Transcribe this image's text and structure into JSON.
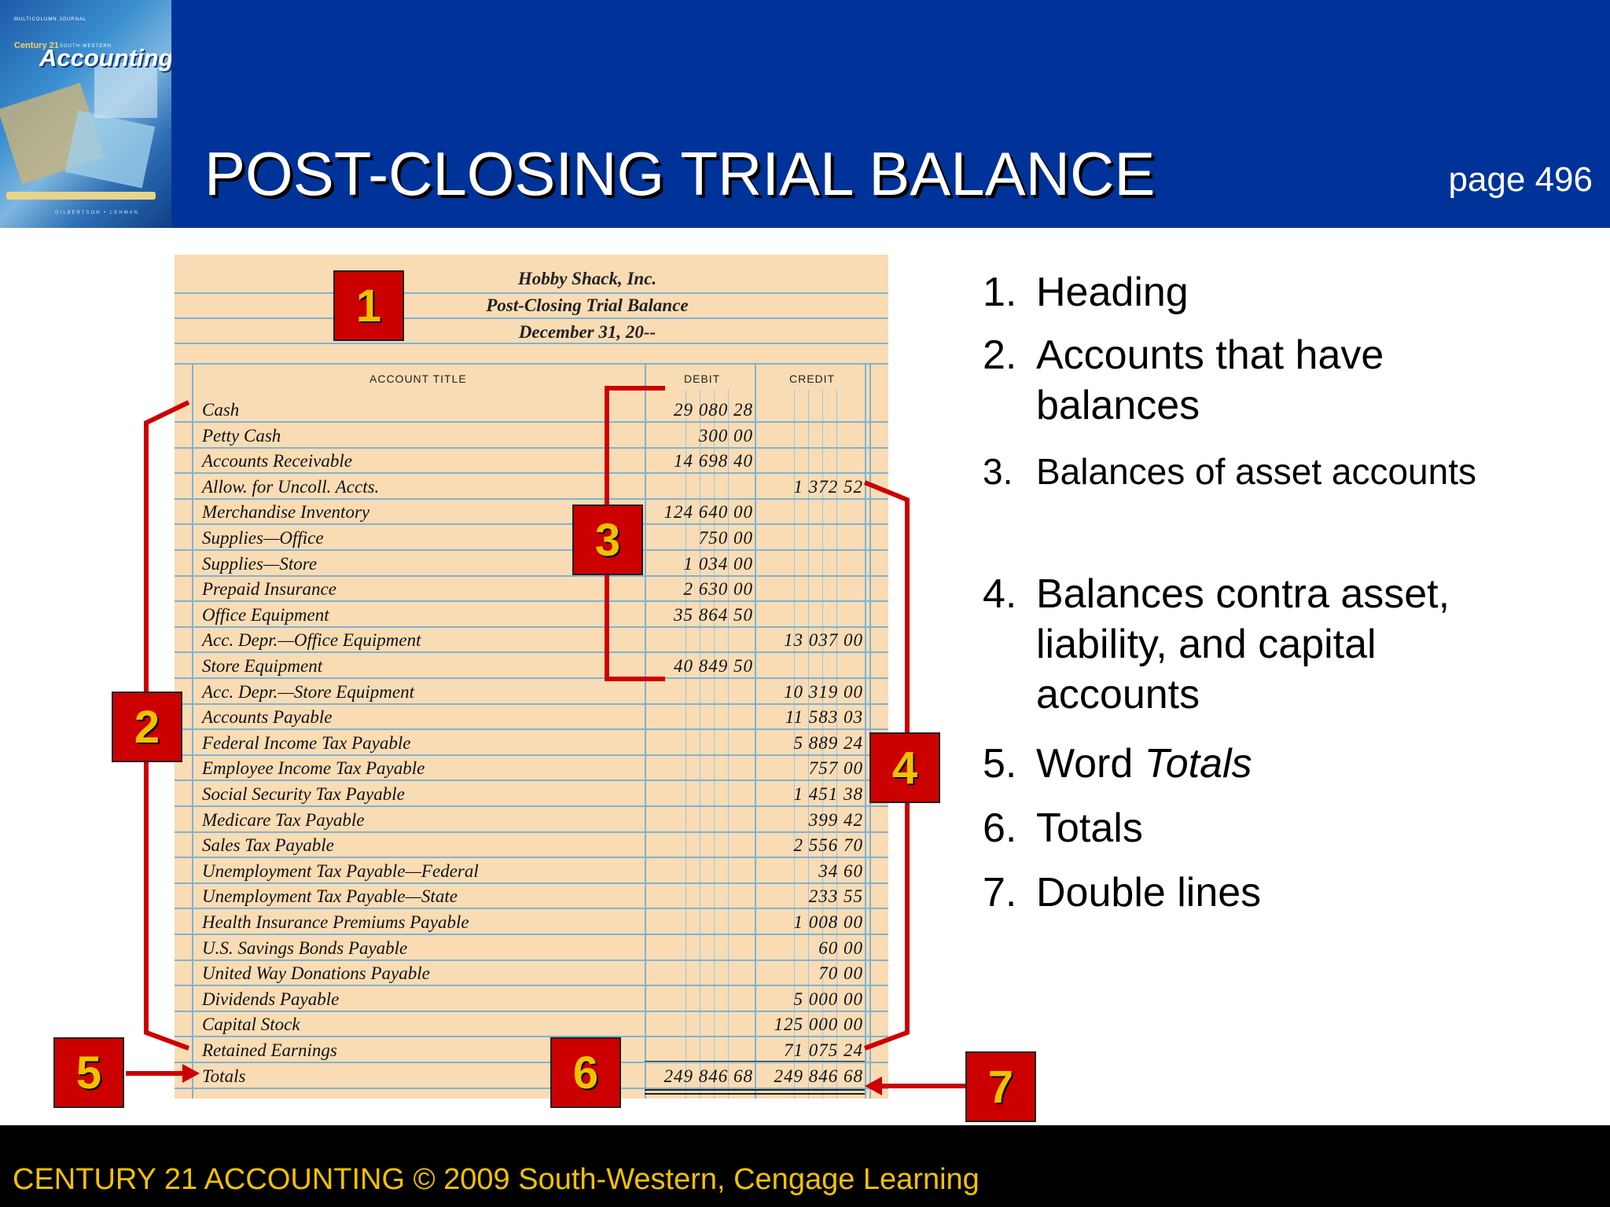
{
  "header": {
    "title": "POST-CLOSING TRIAL BALANCE",
    "page_ref": "page 496",
    "cover": {
      "journal": "MULTICOLUMN JOURNAL",
      "brand": "Century 21",
      "publisher": "SOUTH-WESTERN",
      "book": "Accounting",
      "byline": "GILBERTSON • LEHMAN"
    }
  },
  "ledger": {
    "heading": [
      "Hobby Shack, Inc.",
      "Post-Closing Trial Balance",
      "December 31, 20--"
    ],
    "columns": {
      "account": "ACCOUNT TITLE",
      "debit": "DEBIT",
      "credit": "CREDIT"
    },
    "rows": [
      {
        "account": "Cash",
        "debit": "29 080 28",
        "credit": ""
      },
      {
        "account": "Petty Cash",
        "debit": "300 00",
        "credit": ""
      },
      {
        "account": "Accounts Receivable",
        "debit": "14 698 40",
        "credit": ""
      },
      {
        "account": "Allow. for Uncoll. Accts.",
        "debit": "",
        "credit": "1 372 52"
      },
      {
        "account": "Merchandise Inventory",
        "debit": "124 640 00",
        "credit": ""
      },
      {
        "account": "Supplies—Office",
        "debit": "750 00",
        "credit": ""
      },
      {
        "account": "Supplies—Store",
        "debit": "1 034 00",
        "credit": ""
      },
      {
        "account": "Prepaid Insurance",
        "debit": "2 630 00",
        "credit": ""
      },
      {
        "account": "Office Equipment",
        "debit": "35 864 50",
        "credit": ""
      },
      {
        "account": "Acc. Depr.—Office Equipment",
        "debit": "",
        "credit": "13 037 00"
      },
      {
        "account": "Store Equipment",
        "debit": "40 849 50",
        "credit": ""
      },
      {
        "account": "Acc. Depr.—Store Equipment",
        "debit": "",
        "credit": "10 319 00"
      },
      {
        "account": "Accounts Payable",
        "debit": "",
        "credit": "11 583 03"
      },
      {
        "account": "Federal Income Tax Payable",
        "debit": "",
        "credit": "5 889 24"
      },
      {
        "account": "Employee Income Tax Payable",
        "debit": "",
        "credit": "757 00"
      },
      {
        "account": "Social Security Tax Payable",
        "debit": "",
        "credit": "1 451 38"
      },
      {
        "account": "Medicare Tax Payable",
        "debit": "",
        "credit": "399 42"
      },
      {
        "account": "Sales Tax Payable",
        "debit": "",
        "credit": "2 556 70"
      },
      {
        "account": "Unemployment Tax Payable—Federal",
        "debit": "",
        "credit": "34 60"
      },
      {
        "account": "Unemployment Tax Payable—State",
        "debit": "",
        "credit": "233 55"
      },
      {
        "account": "Health Insurance Premiums Payable",
        "debit": "",
        "credit": "1 008 00"
      },
      {
        "account": "U.S. Savings Bonds Payable",
        "debit": "",
        "credit": "60 00"
      },
      {
        "account": "United Way Donations Payable",
        "debit": "",
        "credit": "70 00"
      },
      {
        "account": "Dividends Payable",
        "debit": "",
        "credit": "5 000 00"
      },
      {
        "account": "Capital Stock",
        "debit": "",
        "credit": "125 000 00"
      },
      {
        "account": "Retained Earnings",
        "debit": "",
        "credit": "71 075 24"
      },
      {
        "account": "Totals",
        "debit": "249 846 68",
        "credit": "249 846 68"
      }
    ]
  },
  "badges": [
    "1",
    "2",
    "3",
    "4",
    "5",
    "6",
    "7"
  ],
  "notes": [
    {
      "num": "1.",
      "text": "Heading"
    },
    {
      "num": "2.",
      "text": "Accounts that have",
      "text2": "balances"
    },
    {
      "num": "3.",
      "text": "Balances of asset accounts"
    },
    {
      "num": "4.",
      "text": "Balances contra asset,",
      "text2": "liability, and capital",
      "text3": "accounts"
    },
    {
      "num": "5.",
      "text": "Word ",
      "emph": "Totals"
    },
    {
      "num": "6.",
      "text": "Totals"
    },
    {
      "num": "7.",
      "text": "Double lines"
    }
  ],
  "footer": {
    "text": "CENTURY 21 ACCOUNTING © 2009 South-Western, Cengage Learning"
  },
  "colors": {
    "header_bg": "#003399",
    "badge_bg": "#cc0000",
    "badge_text": "#f2c200",
    "footer_text": "#f2c200",
    "ledger_bg": "#f9dcb4",
    "rule": "#7fb3d5",
    "bracket": "#cc0000"
  }
}
